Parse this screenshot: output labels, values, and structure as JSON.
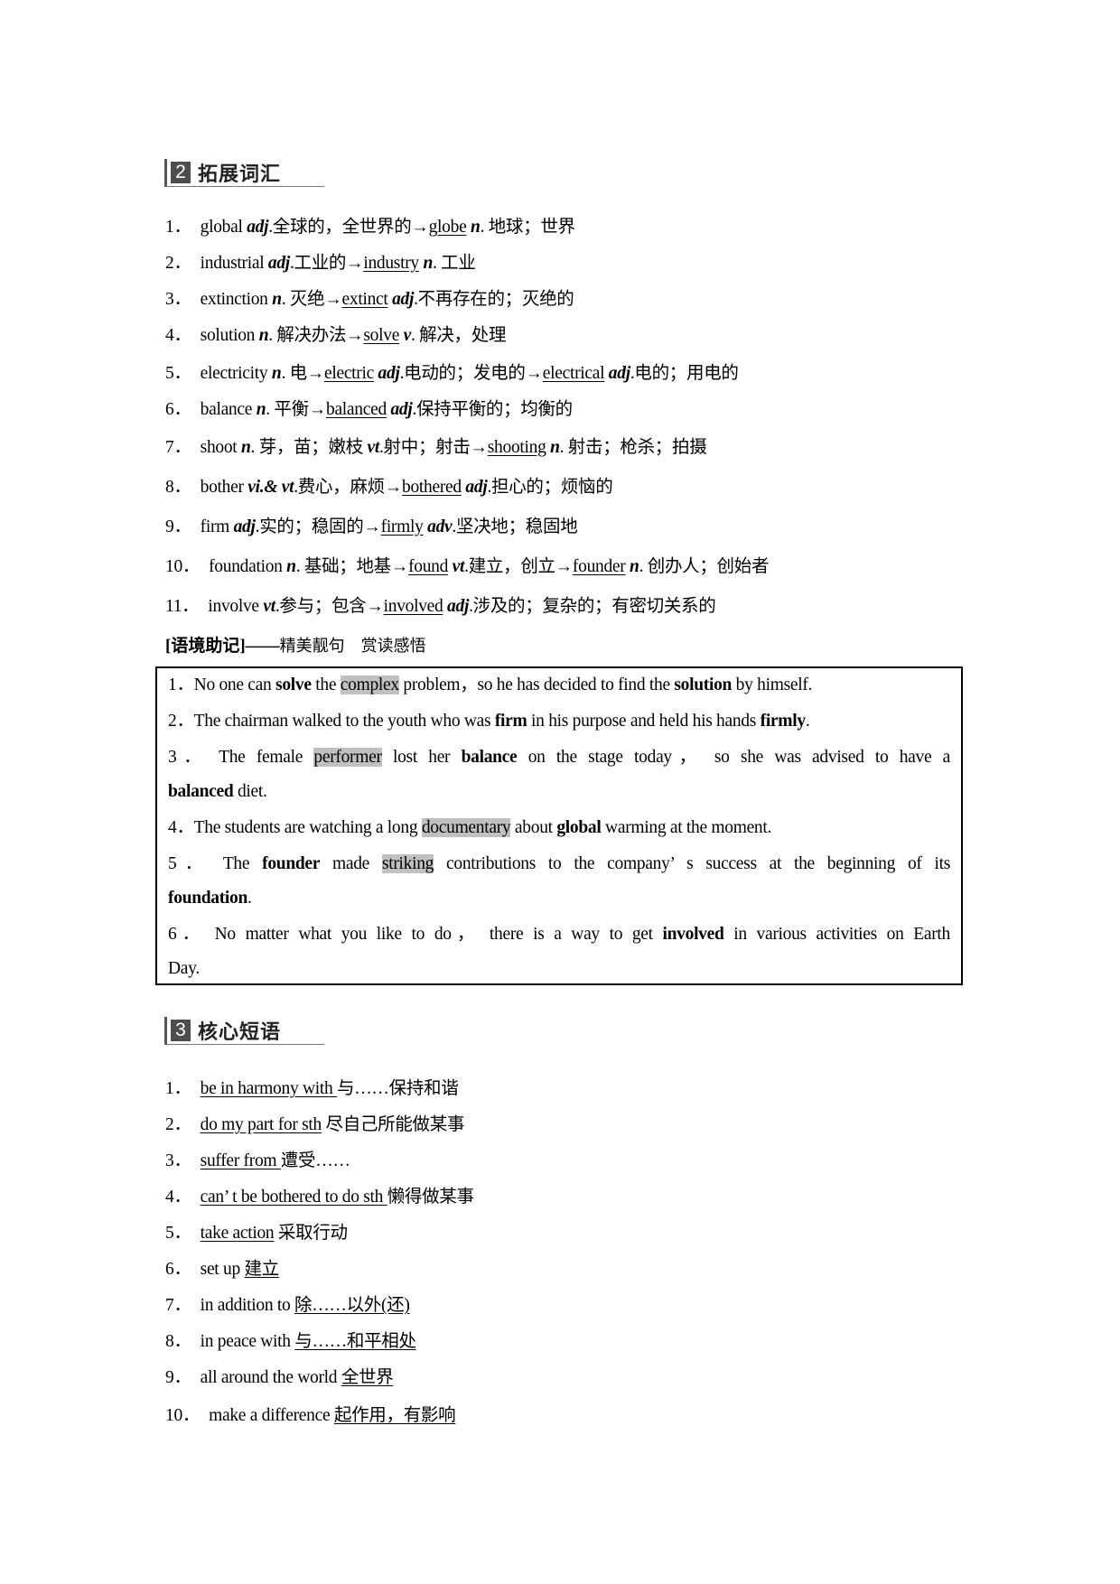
{
  "section2": {
    "number": "2",
    "title": "拓展词汇",
    "items": [
      {
        "num": "1．",
        "word": "global",
        "pos": "adj",
        "def": ".全球的，全世界的→",
        "target": "globe",
        "tpos": "n",
        "tdef": ".  地球；世界"
      },
      {
        "num": "2．",
        "word": "industrial",
        "pos": "adj",
        "def": ".工业的→",
        "target": "industry",
        "tpos": "n",
        "tdef": ".  工业"
      },
      {
        "num": "3．",
        "word": "extinction",
        "pos": "n",
        "def": ".  灭绝→",
        "target": "extinct",
        "tpos": "adj",
        "tdef": ".不再存在的；灭绝的"
      },
      {
        "num": "4．",
        "word": "solution",
        "pos": "n",
        "def": ".  解决办法→",
        "target": "solve",
        "tpos": "v",
        "tdef": ".  解决，处理"
      },
      {
        "num": "5．",
        "word": "electricity",
        "pos": "n",
        "def": ".  电→",
        "target": "electric",
        "tpos": "adj",
        "tdef": ".电动的；发电的→",
        "target2": "electrical",
        "tpos2": "adj",
        "tdef2": ".电的；用电的"
      },
      {
        "num": "6．",
        "word": "balance",
        "pos": "n",
        "def": ".  平衡→",
        "target": "balanced",
        "tpos": "adj",
        "tdef": ".保持平衡的；均衡的"
      },
      {
        "num": "7．",
        "word": "shoot",
        "pos": "n",
        "def": ".  芽，苗；嫩枝 ",
        "pos_b": "vt",
        "def_b": ".射中；射击→",
        "target": "shooting",
        "tpos": "n",
        "tdef": ".  射击；枪杀；拍摄"
      },
      {
        "num": "8．",
        "word": "bother",
        "pos": "vi.& vt",
        "def": ".费心，麻烦→",
        "target": "bothered",
        "tpos": "adj",
        "tdef": ".担心的；烦恼的"
      },
      {
        "num": "9．",
        "word": "firm",
        "pos": "adj",
        "def": ".实的；稳固的→",
        "target": "firmly",
        "tpos": "adv",
        "tdef": ".坚决地；稳固地"
      },
      {
        "num": "10．",
        "word": "foundation",
        "pos": "n",
        "def": ".  基础；地基→",
        "target": "found",
        "tpos": "vt",
        "tdef": ".建立，创立→",
        "target2": "founder",
        "tpos2": "n",
        "tdef2": ".  创办人；创始者"
      },
      {
        "num": "11．",
        "word": "involve",
        "pos": "vt",
        "def": ".参与；包含→",
        "target": "involved",
        "tpos": "adj",
        "tdef": ".涉及的；复杂的；有密切关系的"
      }
    ],
    "note_label": "[语境助记]——",
    "note_sub": "精美靓句　赏读感悟",
    "examples": [
      {
        "num": "1．",
        "p1": "No one can ",
        "b1": "solve",
        "p2": " the ",
        "hl": "complex",
        "p3": " problem，so he has decided to find the ",
        "b2": "solution",
        "p4": " by himself."
      },
      {
        "num": "2．",
        "p1": "The chairman walked to the youth who was ",
        "b1": "firm",
        "p2": " in his purpose and held his hands ",
        "b2": "firmly",
        "p3": "."
      },
      {
        "num": "3．",
        "p1": " The female ",
        "hl": "performer",
        "p2": " lost her ",
        "b1": "balance",
        "p3": " on the stage today， so she was advised to have a",
        "b2": "balanced",
        "p4": " diet."
      },
      {
        "num": "4．",
        "p1": "The students are watching a long ",
        "hl": "documentary",
        "p2": " about ",
        "b1": "global",
        "p3": " warming at the moment."
      },
      {
        "num": "5．",
        "p1": " The ",
        "b1": "founder",
        "p2": " made ",
        "hl": "striking",
        "p3": " contributions to the company’ s success at the beginning of its",
        "b2": "foundation",
        "p4": "."
      },
      {
        "num": "6．",
        "p1": " No matter what you like to do， there is a way to get ",
        "b1": "involved",
        "p2": " in various activities on Earth",
        "p3": "Day."
      }
    ]
  },
  "section3": {
    "number": "3",
    "title": "核心短语",
    "items": [
      {
        "num": "1．",
        "en": "be in harmony with ",
        "zh": "与……保持和谐",
        "underline": "en"
      },
      {
        "num": "2．",
        "en": "do my part for sth",
        "zh": " 尽自己所能做某事",
        "underline": "en"
      },
      {
        "num": "3．",
        "en": "suffer from ",
        "zh": "遭受……",
        "underline": "en"
      },
      {
        "num": "4．",
        "en": "can’ t be bothered to do sth ",
        "zh": "懒得做某事",
        "underline": "en"
      },
      {
        "num": "5．",
        "en": "take action",
        "zh": " 采取行动",
        "underline": "en"
      },
      {
        "num": "6．",
        "en": "set up ",
        "zh": "建立",
        "underline": "zh"
      },
      {
        "num": "7．",
        "en": "in addition to ",
        "zh": "除……以外(还) ",
        "underline": "zh"
      },
      {
        "num": "8．",
        "en": "in peace with ",
        "zh": "与……和平相处",
        "underline": "zh"
      },
      {
        "num": "9．",
        "en": "all around the world ",
        "zh": "全世界",
        "underline": "zh"
      },
      {
        "num": "10．",
        "en": "make a difference ",
        "zh": "起作用，有影响 ",
        "underline": "zh"
      }
    ]
  }
}
